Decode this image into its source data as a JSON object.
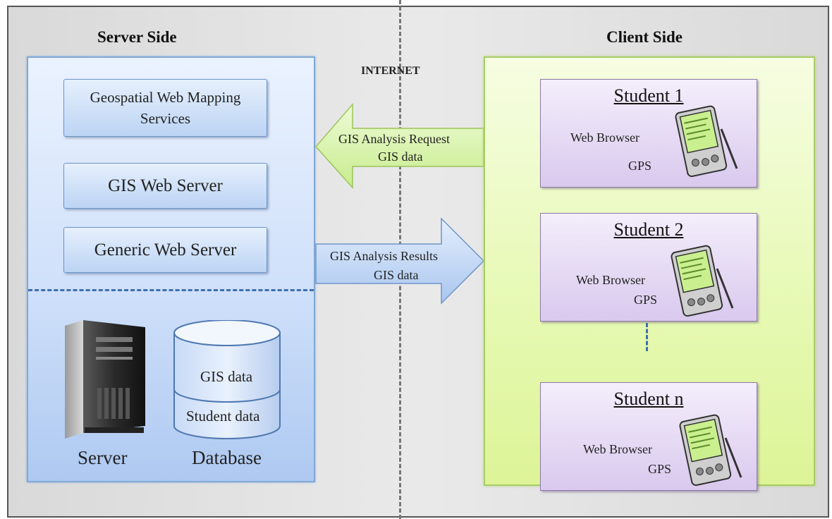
{
  "server_side": {
    "title": "Server Side",
    "services": [
      "Geospatial Web Mapping Services",
      "GIS Web Server",
      "Generic Web Server"
    ],
    "server_label": "Server",
    "database": {
      "label": "Database",
      "layers": [
        "GIS data",
        "Student data"
      ]
    }
  },
  "internet_label": "INTERNET",
  "arrows": {
    "request": {
      "line1": "GIS Analysis Request",
      "line2": "GIS data"
    },
    "results": {
      "line1": "GIS Analysis Results",
      "line2": "GIS data"
    }
  },
  "client_side": {
    "title": "Client Side",
    "students": [
      {
        "name": "Student 1",
        "browser": "Web Browser",
        "gps": "GPS"
      },
      {
        "name": "Student 2",
        "browser": "Web Browser",
        "gps": "GPS"
      },
      {
        "name": "Student n",
        "browser": "Web Browser",
        "gps": "GPS"
      }
    ]
  },
  "colors": {
    "server_panel": "#cfe0fa",
    "client_panel": "#e6f9b2",
    "student_box": "#d9c9ee",
    "request_arrow": "#d3f2a0",
    "results_arrow": "#bcd4f4"
  }
}
